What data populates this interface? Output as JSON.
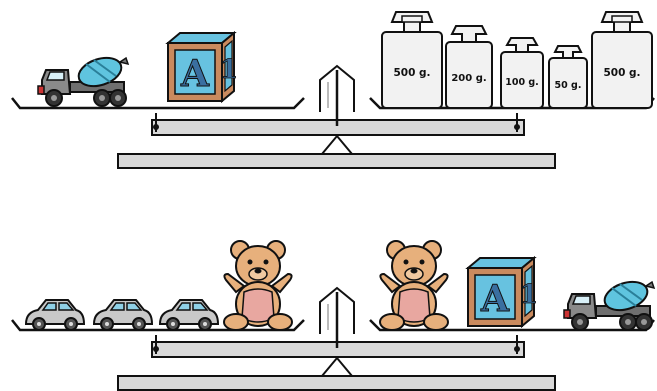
{
  "scale_top": {
    "left_pan_items": [
      "cement-mixer-truck",
      "alphabet-block"
    ],
    "right_pan_weights": [
      {
        "label": "500 g."
      },
      {
        "label": "200 g."
      },
      {
        "label": "100 g."
      },
      {
        "label": "50 g."
      },
      {
        "label": "500 g."
      }
    ]
  },
  "scale_bottom": {
    "left_pan_items": [
      "toy-car",
      "toy-car",
      "toy-car",
      "teddy-bear"
    ],
    "right_pan_items": [
      "teddy-bear",
      "alphabet-block",
      "cement-mixer-truck"
    ]
  },
  "block_letters": {
    "front": "А",
    "side": "1"
  },
  "colors": {
    "beam": "#d9d9d9",
    "outline": "#111111",
    "truck_drum": "#5fc4df",
    "truck_body": "#8a8a8a",
    "block_wood": "#c98a5e",
    "block_face": "#67c2e0",
    "bear_fur": "#e7b07c",
    "bear_belly": "#e8a7a0",
    "car_body": "#c9c9c9",
    "weight_fill": "#f2f2f2"
  }
}
